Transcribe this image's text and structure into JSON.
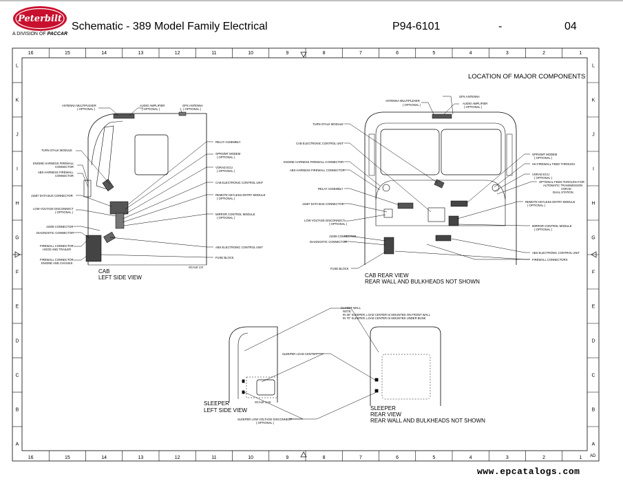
{
  "header": {
    "brand_name": "Peterbilt",
    "brand_sub_prefix": "A DIVISION OF",
    "brand_sub_company": "PACCAR",
    "title": "Schematic - 389 Model Family Electrical",
    "doc_number": "P94-6101",
    "separator": "-",
    "page_number": "04"
  },
  "grid": {
    "columns": [
      "16",
      "15",
      "14",
      "13",
      "12",
      "11",
      "10",
      "9",
      "8",
      "7",
      "6",
      "5",
      "4",
      "3",
      "2",
      "1"
    ],
    "rows": [
      "L",
      "K",
      "J",
      "I",
      "H",
      "G",
      "F",
      "E",
      "D",
      "C",
      "B",
      "A"
    ],
    "revision_mark": "AD"
  },
  "sheet_heading": "LOCATION OF MAJOR COMPONENTS",
  "cab_side": {
    "caption_1": "CAB",
    "caption_2": "LEFT SIDE VIEW",
    "scale": "SCALE 1:8",
    "labels": {
      "antenna_multiplexer": "ANTENNA MULTIPLEXER",
      "optional_1": "( OPTIONAL )",
      "audio_amplifier": "AUDIO AMPLIFIER",
      "optional_2": "( OPTIONAL )",
      "gps_antenna": "GPS ANTENNA",
      "optional_3": "( OPTIONAL )",
      "relay_assembly": "RELAY ASSEMBLY",
      "turn_stalk_module": "TURN STALK MODULE",
      "gprs_modem": "GPRS/MT MODEM",
      "optional_4": "( OPTIONAL )",
      "engine_harness_1": "ENGINE HARNESS FIREWALL",
      "engine_harness_2": "CONNECTOR",
      "abs_harness_1": "ABS HARNESS FIREWALL",
      "abs_harness_2": "CONNECTOR",
      "vorad_ecu": "VORAD ECU",
      "optional_5": "( OPTIONAL )",
      "cab_ecu": "CAB ELECTRONIC CONTROL UNIT",
      "j1587": "J1587 DATA BUS CONNECTOR",
      "keyless": "REMOTE KEYLESS ENTRY MODULE",
      "optional_6": "( OPTIONAL )",
      "lvd": "LOW VOLTAGE DISCONNECT",
      "optional_7": "( OPTIONAL )",
      "mirror": "MIRROR CONTROL MODULE",
      "optional_8": "( OPTIONAL )",
      "j1939": "J1939 CONNECTOR",
      "diagnostic": "DIAGNOSTIC CONNECTOR",
      "fw_hood_1": "FIREWALL CONNECTOR",
      "fw_hood_2": "HOOD AND TRAILER",
      "abs_ecu": "ABS ELECTRONIC CONTROL UNIT",
      "fw_engine_1": "FIREWALL CONNECTOR",
      "fw_engine_2": "ENGINE AND CHASSIS",
      "fuse_block": "FUSE BLOCK"
    }
  },
  "cab_rear": {
    "caption_1": "CAB REAR VIEW",
    "caption_2": "REAR WALL AND BULKHEADS NOT SHOWN",
    "labels": {
      "gps_antenna": "GPS ANTENNA",
      "antenna_multiplexer": "ANTENNA MULTIPLEXER",
      "optional_1": "( OPTIONAL )",
      "audio_amplifier": "AUDIO AMPLIFIER",
      "optional_2": "( OPTIONAL )",
      "turn_stalk": "TURN STALK MODULE",
      "cab_ecu": "CAB ELECTRONIC CONTROL UNIT",
      "engine_harness": "ENGINE HARNESS FIREWALL CONNECTOR",
      "abs_harness": "ABS HARNESS FIREWALL CONNECTOR",
      "relay_assembly": "RELAY ASSEMBLY",
      "j1587": "J1587 DATA BUS CONNECTOR",
      "lvd": "LOW VOLTAGE DISCONNECT",
      "optional_3": "( OPTIONAL )",
      "j1939": "J1939 CONNECTOR",
      "diagnostic": "DIAGNOSTIC CONNECTOR",
      "fuse_block": "FUSE BLOCK",
      "gprs": "GPRS/MT MODEM",
      "optional_4": "( OPTIONAL )",
      "hh_firewall": "HH FIREWALL FEED THROUGH",
      "vorad": "VORAD ECU",
      "optional_5": "( OPTIONAL )",
      "feed_through_1": "OPTIONAL FEED-THROUGH FOR",
      "feed_through_2": "AUTOMATIC TRANSMISSION",
      "feed_through_3": "VORAD",
      "feed_through_4": "DUAL STATION",
      "keyless": "REMOTE KEYLESS ENTRY MODULE",
      "optional_6": "( OPTIONAL )",
      "mirror": "MIRROR CONTROL MODULE",
      "optional_7": "( OPTIONAL )",
      "abs_ecu": "ABS ELECTRONIC CONTROL UNIT",
      "firewall_connectors": "FIREWALL CONNECTORS"
    }
  },
  "sleeper": {
    "closet_1": "CLOSET WALL",
    "closet_2": "NOTE:",
    "closet_3": "IN 36\" SLEEPER, LOAD CENTER IS MOUNTED ON FRONT WALL",
    "closet_4": "IN 70\" SLEEPER, LOAD CENTER IS MOUNTED UNDER BUNK",
    "load_center": "SLEEPER LOAD CENTER",
    "scale": "SCALE 1:16",
    "lvd": "SLEEPER LOW VOLTAGE DISCONNECT",
    "optional": "( OPTIONAL )",
    "side_caption_1": "SLEEPER",
    "side_caption_2": "LEFT SIDE VIEW",
    "rear_caption_1": "SLEEPER",
    "rear_caption_2": "REAR VIEW",
    "rear_caption_3": "REAR WALL AND BULKHEADS NOT SHOWN"
  },
  "footer": {
    "url": "www.epcatalogs.com"
  }
}
